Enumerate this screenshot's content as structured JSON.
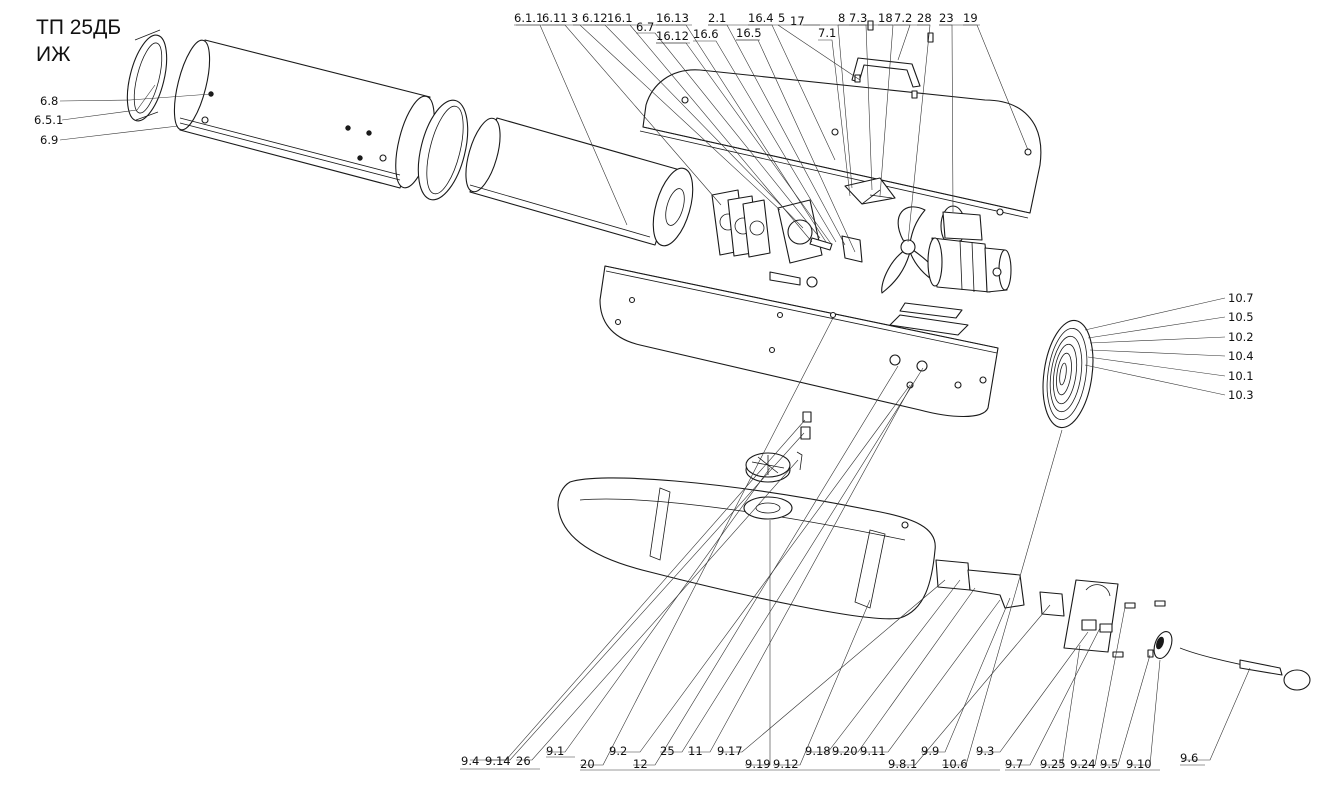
{
  "title": {
    "model": "ТП 25ДБ",
    "variant": "ИЖ"
  },
  "callouts": {
    "left": [
      "6.8",
      "6.5.1",
      "6.9"
    ],
    "top": [
      "6.1.1",
      "6.11",
      "3",
      "6.12",
      "16.1",
      "6.7",
      "16.13",
      "16.12",
      "16.6",
      "2.1",
      "16.5",
      "16.4",
      "5",
      "17",
      "8",
      "7.3",
      "7.1",
      "18",
      "7.2",
      "28",
      "23",
      "19"
    ],
    "right": [
      "10.7",
      "10.5",
      "10.2",
      "10.4",
      "10.1",
      "10.3"
    ],
    "bottom": [
      "9.4",
      "9.14",
      "26",
      "9.1",
      "20",
      "9.2",
      "12",
      "25",
      "11",
      "9.17",
      "9.19",
      "9.12",
      "9.18",
      "9.20",
      "9.11",
      "9.8.1",
      "9.9",
      "10.6",
      "9.3",
      "9.7",
      "9.25",
      "9.24",
      "9.5",
      "9.10",
      "9.6"
    ]
  }
}
